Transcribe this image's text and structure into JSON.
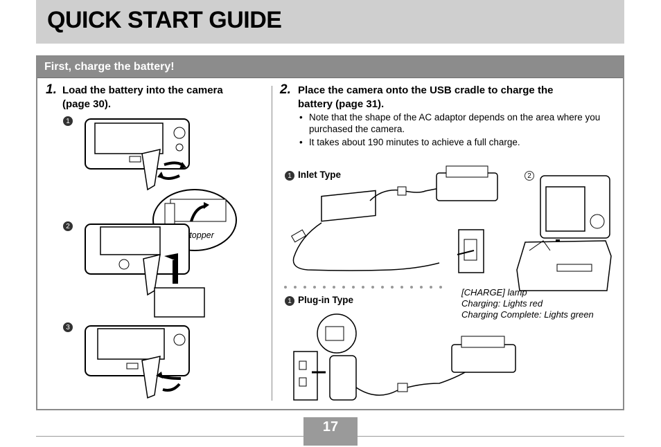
{
  "header": {
    "title": "QUICK START GUIDE"
  },
  "section": {
    "title": "First, charge the battery!"
  },
  "step1": {
    "number": "1.",
    "text_line1": "Load the battery into the camera",
    "text_line2": "(page 30).",
    "markers": [
      "1",
      "2",
      "3"
    ],
    "stopper_label": "Stopper"
  },
  "step2": {
    "number": "2.",
    "text_line1": "Place the camera onto the USB cradle to charge the",
    "text_line2": "battery (page 31).",
    "notes": [
      "Note that the shape of the AC adaptor depends on the area where you purchased the camera.",
      "It takes about 190 minutes to achieve a full charge."
    ],
    "inlet_marker": "1",
    "inlet_label": "Inlet Type",
    "plugin_marker": "1",
    "plugin_label": "Plug-in Type",
    "cradle_marker": "2",
    "charge_lamp": {
      "line1": "[CHARGE] lamp",
      "line2": "Charging: Lights red",
      "line3": "Charging Complete: Lights green"
    }
  },
  "footer": {
    "page_number": "17"
  },
  "colors": {
    "header_band": "#cfcfcf",
    "section_bar": "#8c8c8c",
    "page_box": "#9a9a9a"
  }
}
